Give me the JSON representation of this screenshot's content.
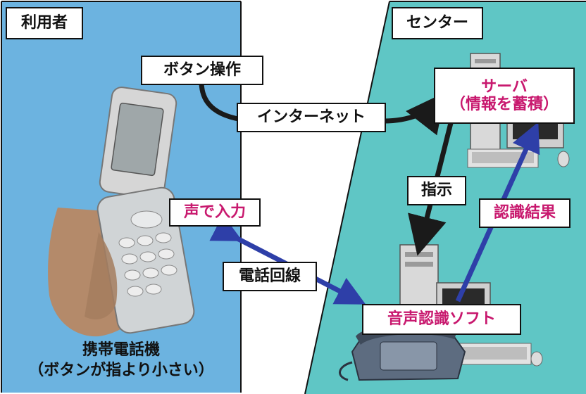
{
  "panels": {
    "user": {
      "title": "利用者",
      "bg": "#6cb3e0"
    },
    "center": {
      "title": "センター",
      "bg": "#5fc6c5"
    }
  },
  "labels": {
    "button_op": "ボタン操作",
    "internet": "インターネット",
    "server_line1": "サーバ",
    "server_line2": "（情報を蓄積）",
    "instruction": "指示",
    "result": "認識結果",
    "voice_input": "声で入力",
    "phone_line": "電話回線",
    "speech_soft": "音声認識ソフト",
    "phone_caption_line1": "携帯電話機",
    "phone_caption_line2": "（ボタンが指より小さい）"
  },
  "icons": [
    "mobile-phone-icon",
    "server-computer-icon",
    "desktop-computer-icon",
    "telephone-icon"
  ],
  "colors": {
    "arrow_dark": "#1a1a1a",
    "arrow_blue": "#2e3fa8",
    "accent_text": "#c8186e"
  }
}
